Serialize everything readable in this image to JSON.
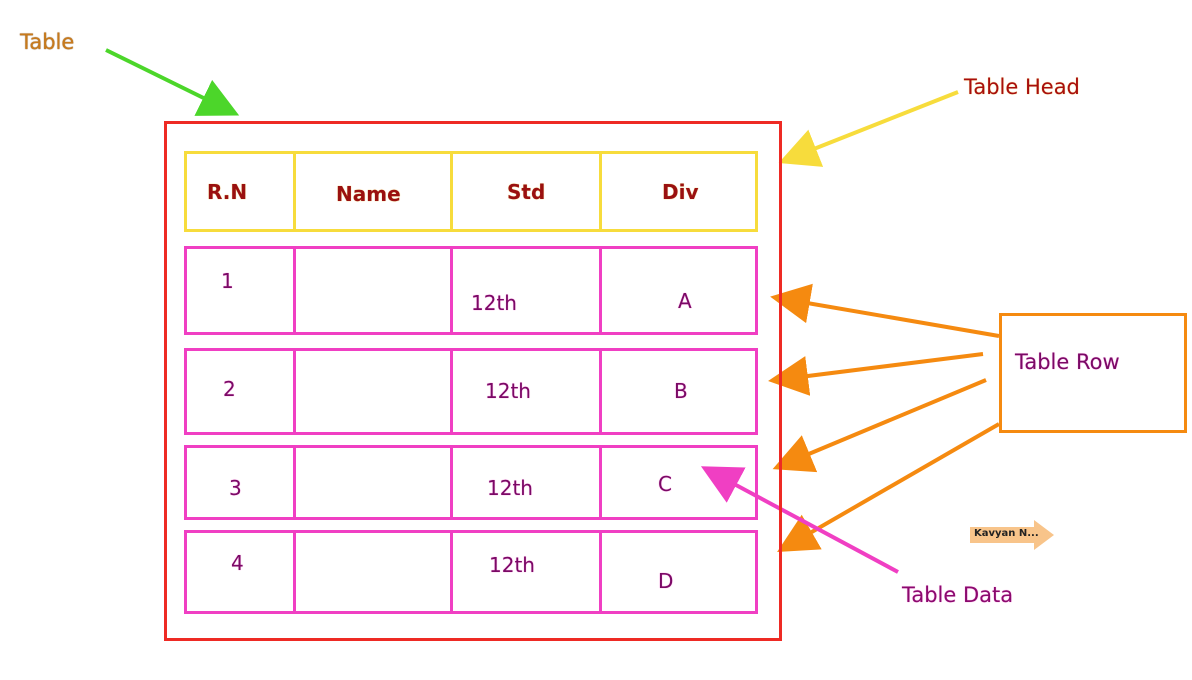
{
  "labels": {
    "table": "Table",
    "table_head": "Table Head",
    "table_row": "Table Row",
    "table_data": "Table Data"
  },
  "table": {
    "headers": [
      "R.N",
      "Name",
      "Std",
      "Div"
    ],
    "rows": [
      {
        "rn": "1",
        "name": "",
        "std": "12th",
        "div": "A"
      },
      {
        "rn": "2",
        "name": "",
        "std": "12th",
        "div": "B"
      },
      {
        "rn": "3",
        "name": "",
        "std": "12th",
        "div": "C"
      },
      {
        "rn": "4",
        "name": "",
        "std": "12th",
        "div": "D"
      }
    ]
  },
  "tag": "Kavyan N...",
  "colors": {
    "table_border": "#ee2a24",
    "head_border": "#f7dc3c",
    "row_border": "#f03fc3",
    "row_arrow": "#f58a10",
    "table_arrow": "#4cd62a",
    "head_arrow": "#f7dc3c",
    "data_arrow": "#f03fc3"
  }
}
